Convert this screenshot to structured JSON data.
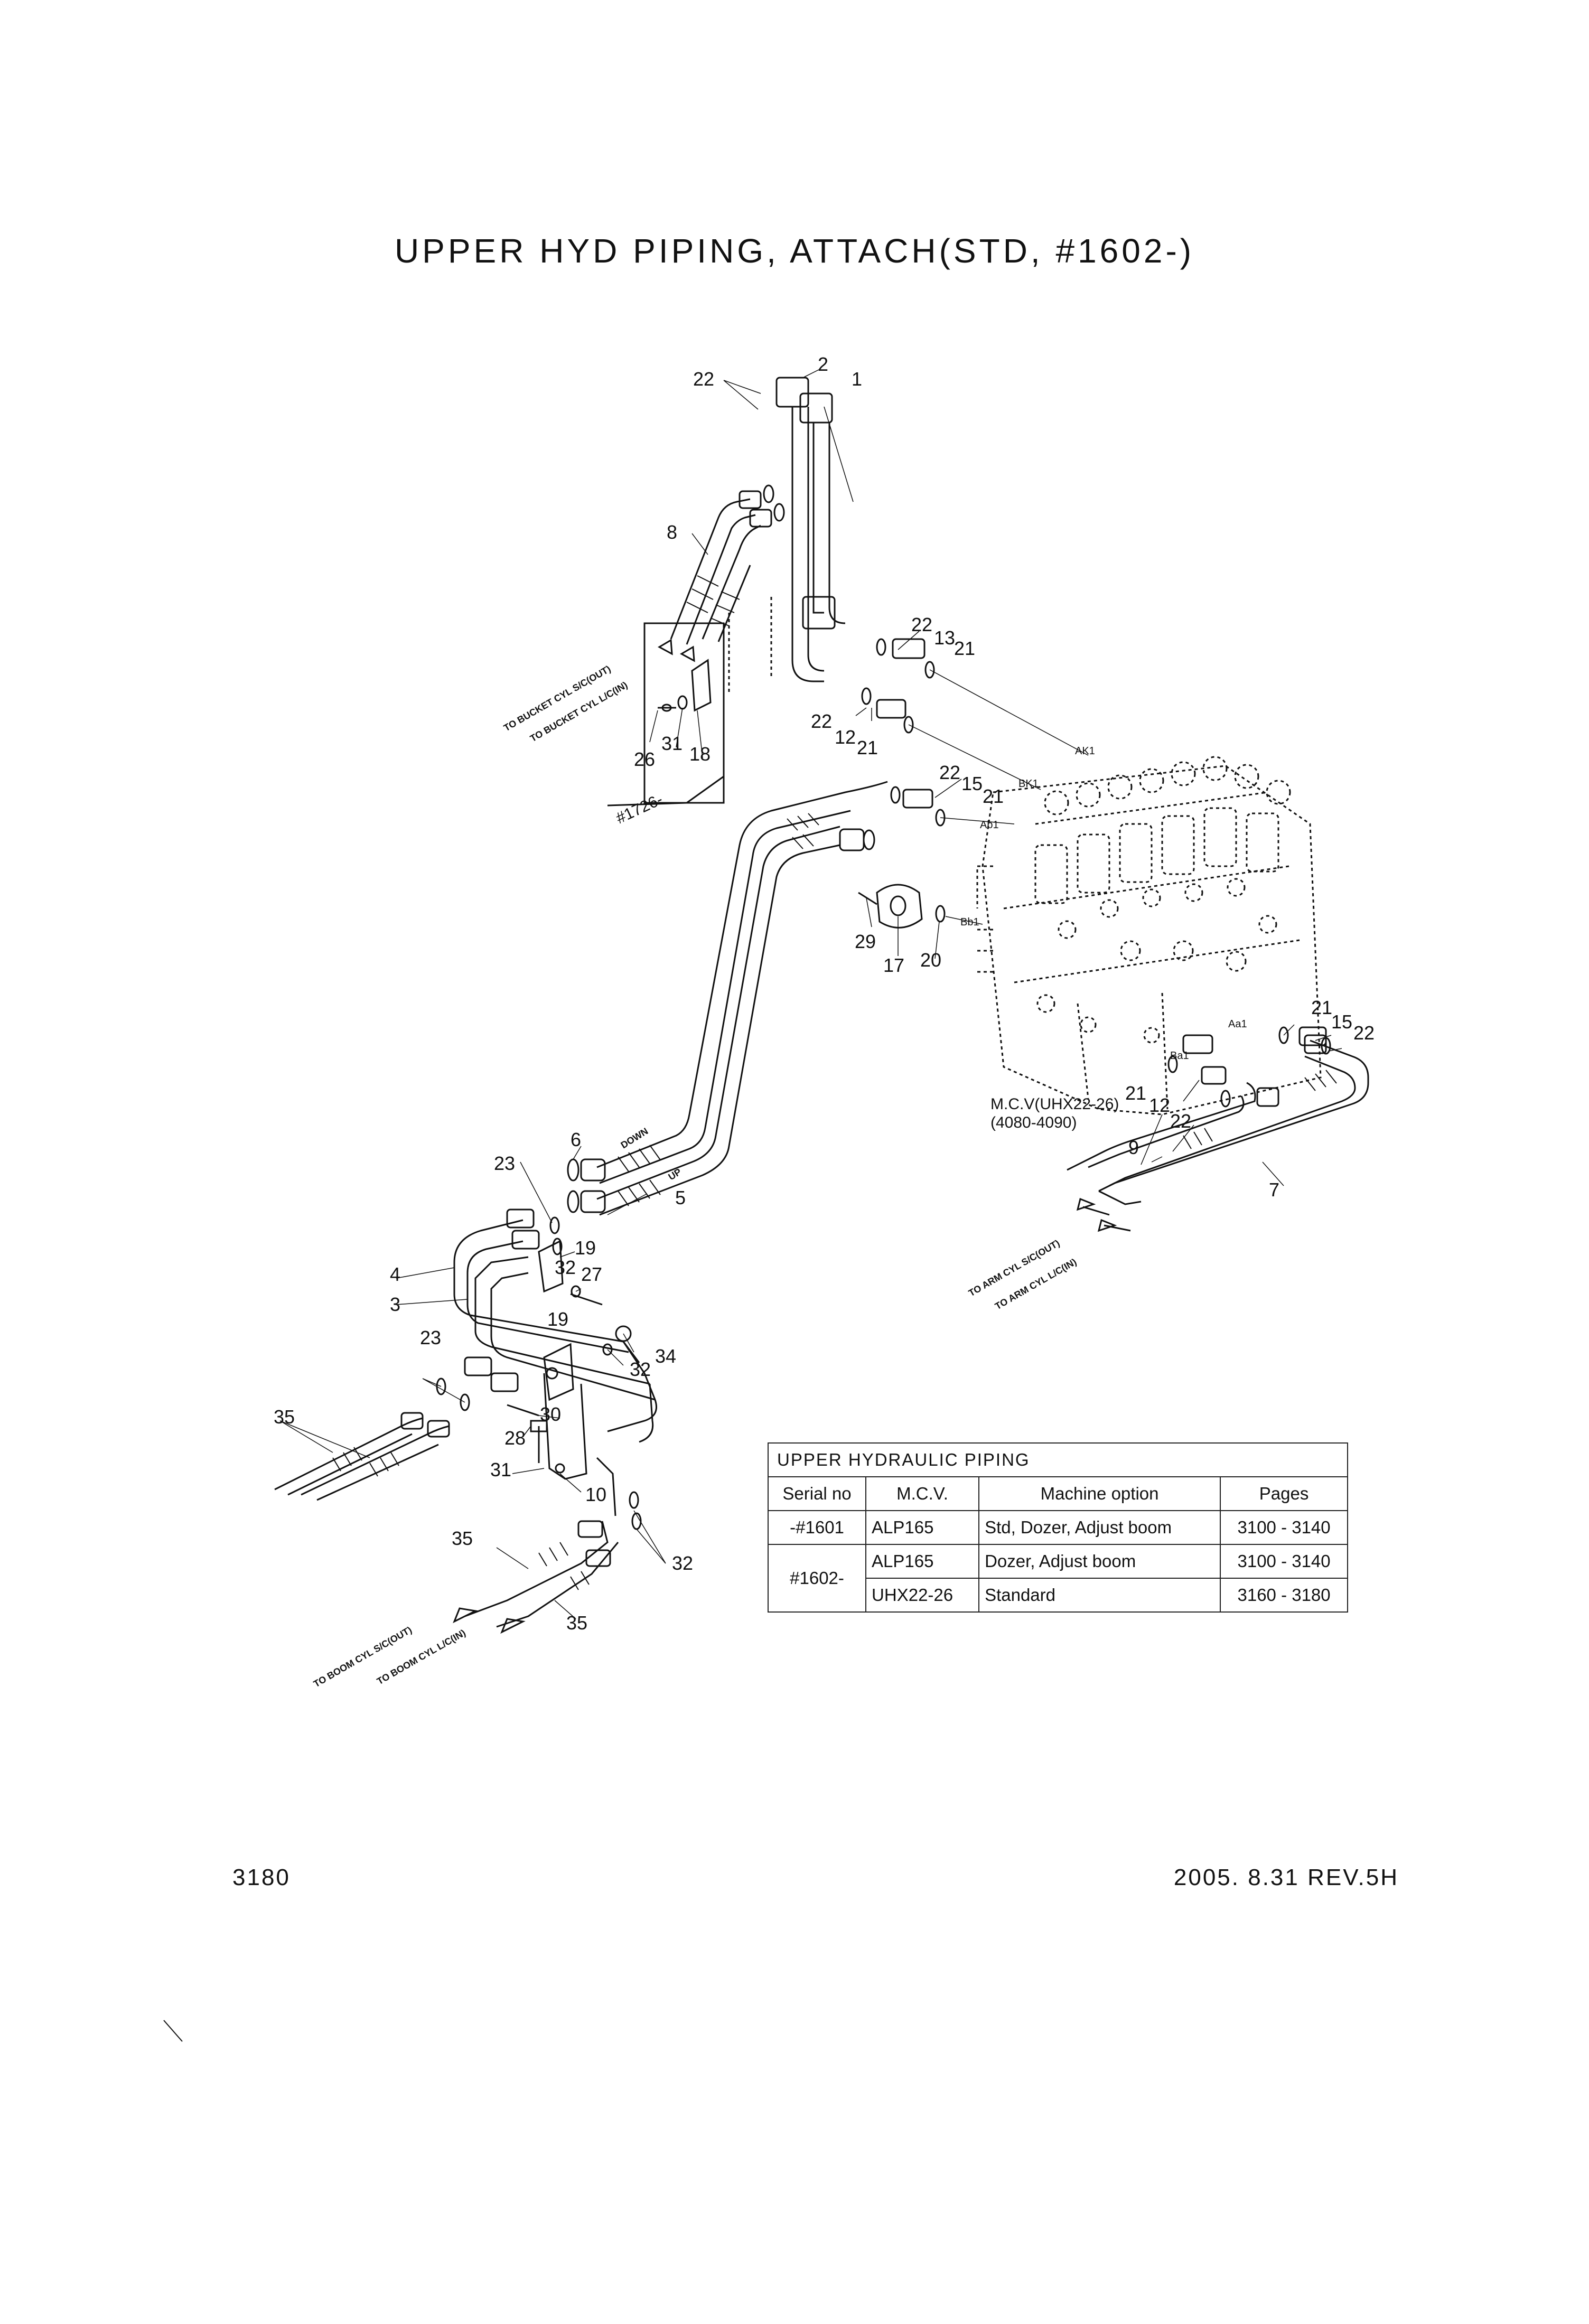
{
  "title": "UPPER HYD PIPING, ATTACH(STD, #1602-)",
  "footer": {
    "page": "3180",
    "date_rev": "2005. 8.31  REV.5H"
  },
  "mcv_label": {
    "line1": "M.C.V(UHX22-26)",
    "line2": "(4080-4090)"
  },
  "port_labels": [
    "AK1",
    "BK1",
    "Ab1",
    "Bb1",
    "Aa1",
    "Ba1"
  ],
  "hose_text": {
    "down": "DOWN",
    "up": "UP"
  },
  "serial_note": "#1726-",
  "directions": {
    "bucket_sc": "TO BUCKET CYL S/C(OUT)",
    "bucket_lc": "TO BUCKET CYL L/C(IN)",
    "arm_sc": "TO ARM CYL S/C(OUT)",
    "arm_lc": "TO ARM CYL L/C(IN)",
    "boom_sc": "TO BOOM CYL S/C(OUT)",
    "boom_lc": "TO BOOM CYL L/C(IN)"
  },
  "callouts": [
    "1",
    "2",
    "3",
    "4",
    "5",
    "6",
    "7",
    "8",
    "9",
    "10",
    "12",
    "12",
    "13",
    "15",
    "15",
    "17",
    "18",
    "19",
    "19",
    "20",
    "21",
    "21",
    "21",
    "21",
    "21",
    "22",
    "22",
    "22",
    "22",
    "22",
    "22",
    "23",
    "23",
    "26",
    "27",
    "28",
    "29",
    "30",
    "31",
    "32",
    "32",
    "32",
    "34",
    "35",
    "35",
    "35"
  ],
  "table": {
    "caption": "UPPER HYDRAULIC PIPING",
    "headers": [
      "Serial no",
      "M.C.V.",
      "Machine option",
      "Pages"
    ],
    "rows": [
      {
        "serial": "-#1601",
        "mcv": "ALP165",
        "option": "Std, Dozer, Adjust boom",
        "pages": "3100 - 3140"
      },
      {
        "serial": "#1602-",
        "mcv": "ALP165",
        "option": "Dozer, Adjust boom",
        "pages": "3100 - 3140"
      },
      {
        "serial": "",
        "mcv": "UHX22-26",
        "option": "Standard",
        "pages": "3160 - 3180"
      }
    ]
  }
}
